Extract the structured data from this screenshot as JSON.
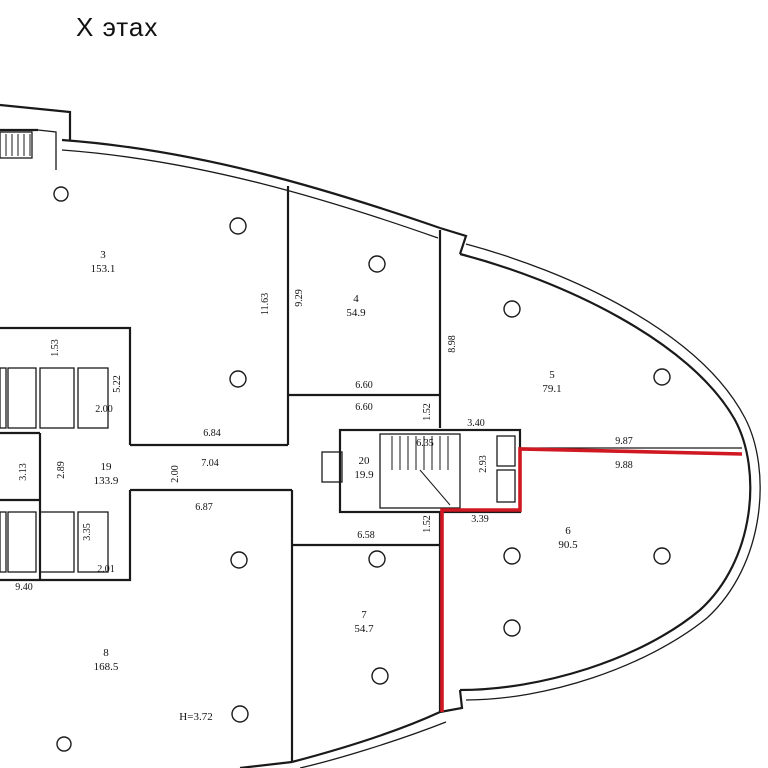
{
  "floor_title": "X этах",
  "rooms": [
    {
      "id": "room-3",
      "number": "3",
      "area": "153.1"
    },
    {
      "id": "room-4",
      "number": "4",
      "area": "54.9"
    },
    {
      "id": "room-5",
      "number": "5",
      "area": "79.1"
    },
    {
      "id": "room-6",
      "number": "6",
      "area": "90.5"
    },
    {
      "id": "room-7",
      "number": "7",
      "area": "54.7"
    },
    {
      "id": "room-8",
      "number": "8",
      "area": "168.5"
    },
    {
      "id": "room-19",
      "number": "19",
      "area": "133.9"
    },
    {
      "id": "room-20",
      "number": "20",
      "area": "19.9"
    }
  ],
  "dimensions": {
    "d_11_63": "11.63",
    "d_9_29": "9.29",
    "d_8_98": "8.98",
    "d_6_60_a": "6.60",
    "d_6_60_b": "6.60",
    "d_1_52_a": "1.52",
    "d_3_40": "3.40",
    "d_6_84": "6.84",
    "d_7_04": "7.04",
    "d_2_00_a": "2.00",
    "d_2_00_b": "2.00",
    "d_1_53": "1.53",
    "d_5_22": "5.22",
    "d_3_13": "3.13",
    "d_2_89": "2.89",
    "d_6_87": "6.87",
    "d_3_35": "3.35",
    "d_2_01": "2.01",
    "d_9_40": "9.40",
    "d_6_58": "6.58",
    "d_1_52_b": "1.52",
    "d_3_39": "3.39",
    "d_2_93": "2.93",
    "d_6_35": "6.35",
    "d_9_87": "9.87",
    "d_9_88": "9.88"
  },
  "ceiling_height": "H=3.72",
  "highlight_color": "#d01822"
}
